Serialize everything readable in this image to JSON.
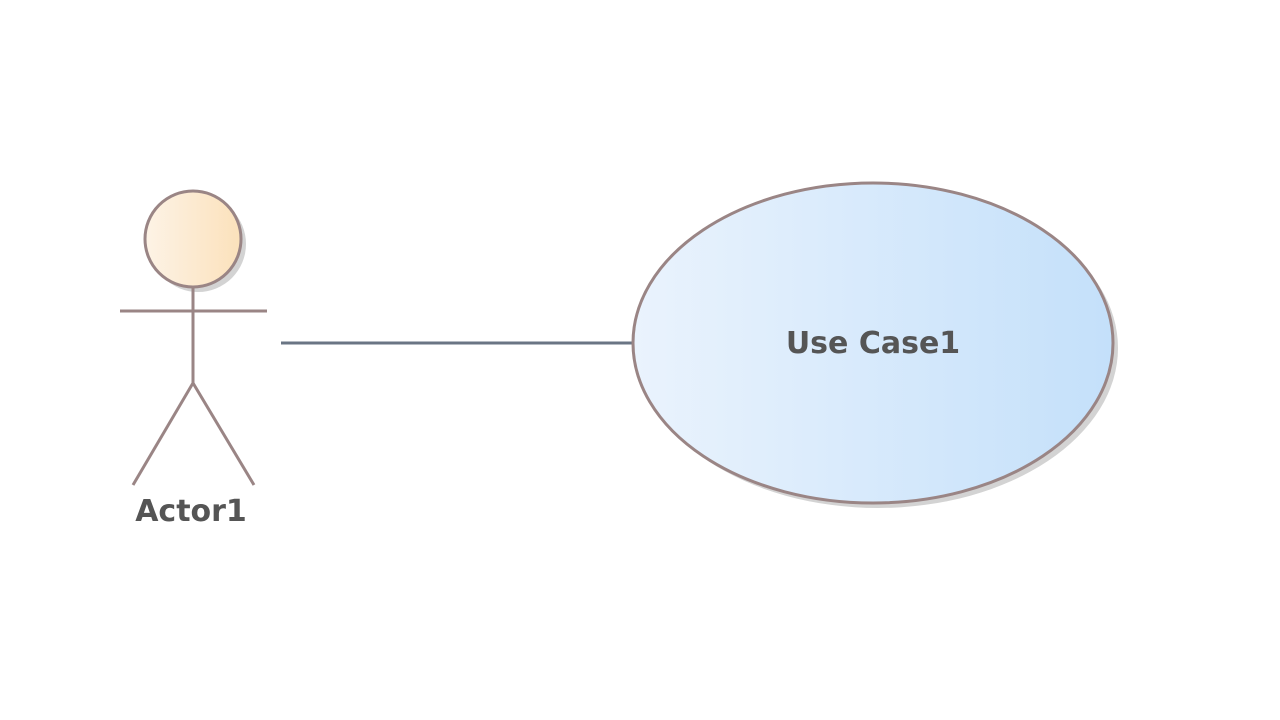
{
  "diagram": {
    "actor": {
      "label": "Actor1",
      "icon": "stick-figure-icon"
    },
    "use_case": {
      "label": "Use Case1"
    },
    "association": {
      "from": "Actor1",
      "to": "Use Case1"
    }
  },
  "colors": {
    "actor_head_light": "#fdf3e6",
    "actor_head_dark": "#fbe1bb",
    "actor_outline": "#9a8585",
    "usecase_fill_light": "#eaf3fd",
    "usecase_fill_dark": "#c4e0fa",
    "usecase_outline": "#9a8585",
    "shadow": "#d3d3d3",
    "association_line": "#6a7584",
    "label_text": "#555555"
  }
}
